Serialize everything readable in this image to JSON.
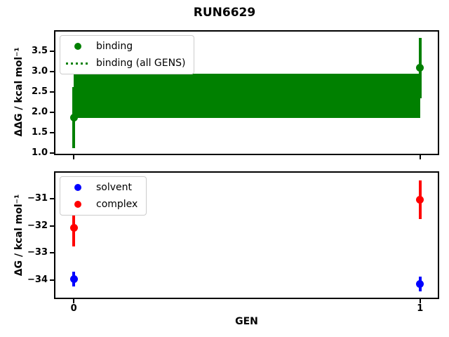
{
  "title": "RUN6629",
  "colors": {
    "binding": "#008000",
    "solvent": "#0000ff",
    "complex": "#ff0000",
    "axes_frame": "#000000",
    "legend_border": "#cccccc"
  },
  "chart_data": [
    {
      "type": "scatter",
      "panel": "binding",
      "ylabel": "ΔΔG / kcal mol⁻¹",
      "xlabel": "",
      "xlim": [
        -0.053,
        1.051
      ],
      "ylim": [
        0.99,
        3.99
      ],
      "yticks": [
        1.0,
        1.5,
        2.0,
        2.5,
        3.0,
        3.5
      ],
      "ytick_labels": [
        "1.0",
        "1.5",
        "2.0",
        "2.5",
        "3.0",
        "3.5"
      ],
      "xticks": [
        0,
        1
      ],
      "xtick_labels": [],
      "grid": false,
      "legend_position": "upper-left",
      "series": [
        {
          "name": "binding",
          "color": "#008000",
          "marker": "circle",
          "x": [
            0,
            1
          ],
          "y": [
            1.87,
            3.1
          ],
          "yerr": [
            0.75,
            0.74
          ]
        }
      ],
      "band": {
        "name": "binding (all GENS)",
        "color": "#008000",
        "x_range": [
          0,
          1
        ],
        "y_low": 1.87,
        "y_high": 2.96,
        "mean": 2.42,
        "linestyle": "dotted"
      },
      "legend": [
        {
          "label": "binding",
          "glyph": "dot",
          "color": "#008000"
        },
        {
          "label": "binding (all GENS)",
          "glyph": "dotted-line",
          "color": "#008000"
        }
      ]
    },
    {
      "type": "scatter",
      "panel": "free-energy",
      "ylabel": "ΔG / kcal mol⁻¹",
      "xlabel": "GEN",
      "xlim": [
        -0.053,
        1.051
      ],
      "ylim": [
        -34.65,
        -30.03
      ],
      "yticks": [
        -34,
        -33,
        -32,
        -31
      ],
      "ytick_labels": [
        "−34",
        "−33",
        "−32",
        "−31"
      ],
      "xticks": [
        0,
        1
      ],
      "xtick_labels": [
        "0",
        "1"
      ],
      "grid": false,
      "legend_position": "upper-left",
      "series": [
        {
          "name": "solvent",
          "color": "#0000ff",
          "marker": "circle",
          "x": [
            0,
            1
          ],
          "y": [
            -33.97,
            -34.15
          ],
          "yerr": [
            0.27,
            0.27
          ]
        },
        {
          "name": "complex",
          "color": "#ff0000",
          "marker": "circle",
          "x": [
            0,
            1
          ],
          "y": [
            -32.08,
            -31.03
          ],
          "yerr": [
            0.67,
            0.72
          ]
        }
      ],
      "legend": [
        {
          "label": "solvent",
          "glyph": "dot",
          "color": "#0000ff"
        },
        {
          "label": "complex",
          "glyph": "dot",
          "color": "#ff0000"
        }
      ]
    }
  ]
}
